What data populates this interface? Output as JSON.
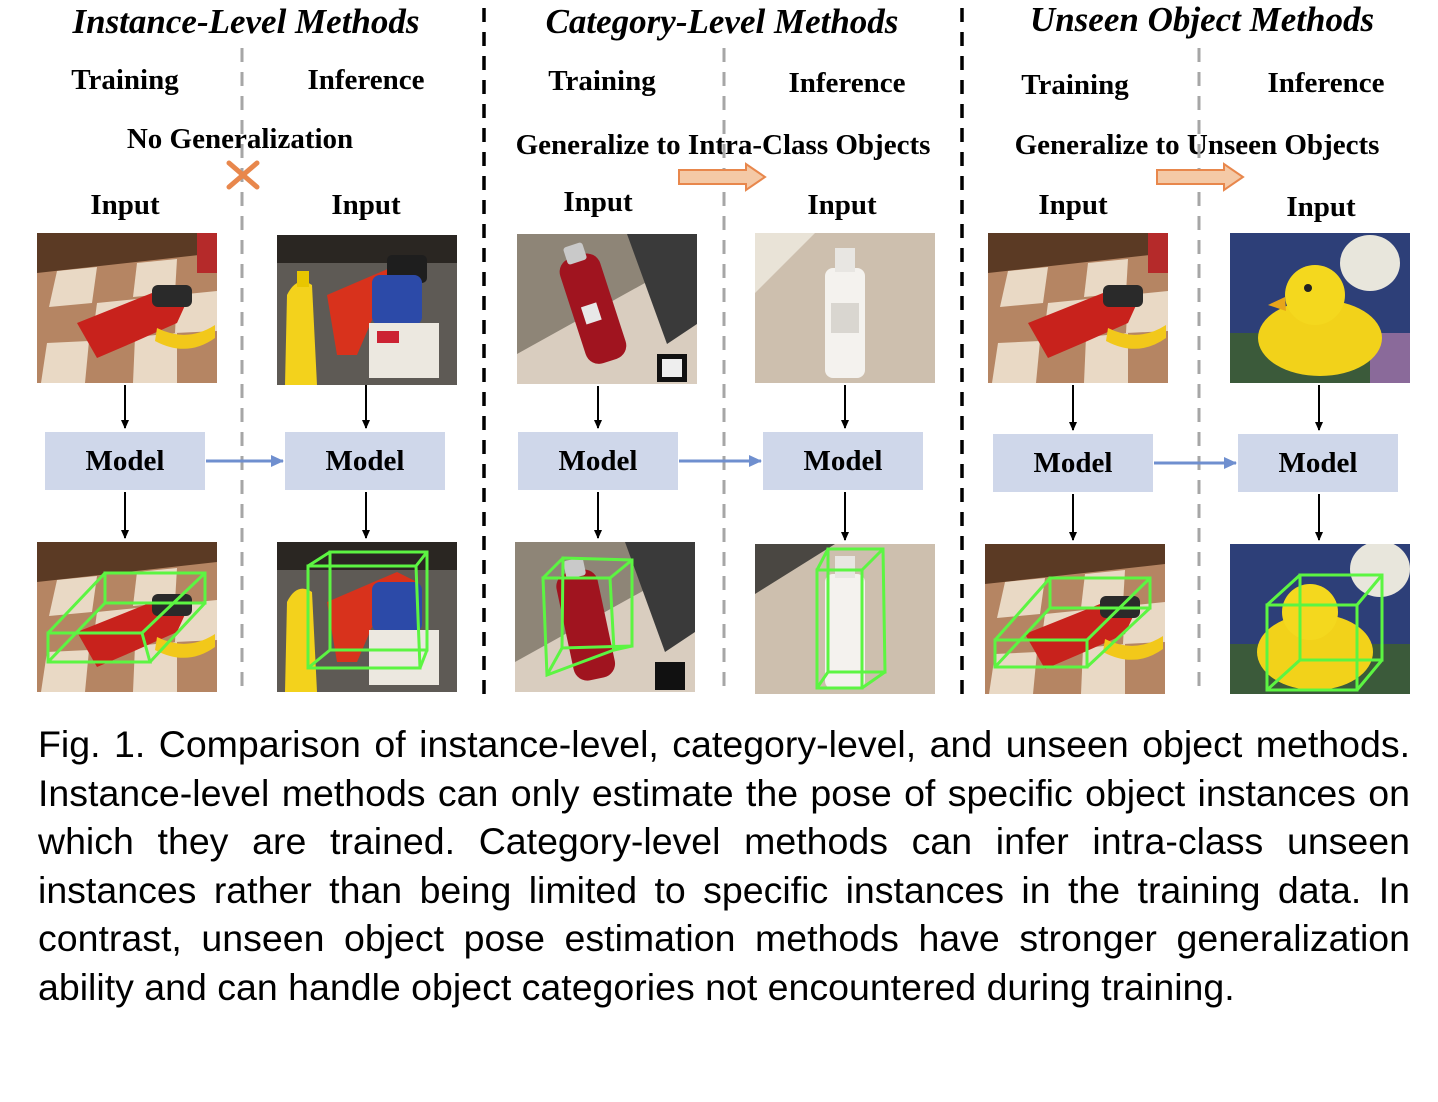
{
  "sections": [
    {
      "title": "Instance-Level Methods",
      "training_label": "Training",
      "inference_label": "Inference",
      "generalization_text": "No Generalization",
      "train_input_label": "Input",
      "infer_input_label": "Input",
      "train_model_label": "Model",
      "infer_model_label": "Model"
    },
    {
      "title": "Category-Level Methods",
      "training_label": "Training",
      "inference_label": "Inference",
      "generalization_text": "Generalize to Intra-Class Objects",
      "train_input_label": "Input",
      "infer_input_label": "Input",
      "train_model_label": "Model",
      "infer_model_label": "Model"
    },
    {
      "title": "Unseen Object Methods",
      "training_label": "Training",
      "inference_label": "Inference",
      "generalization_text": "Generalize to Unseen Objects",
      "train_input_label": "Input",
      "infer_input_label": "Input",
      "train_model_label": "Model",
      "infer_model_label": "Model"
    }
  ],
  "colors": {
    "model_box": "#cfd7ea",
    "model_arrow": "#6f8fcf",
    "gen_arrow_fill": "#f4c9a6",
    "gen_arrow_stroke": "#e8874c",
    "cross": "#e8874c",
    "bbox": "#5cf542"
  },
  "icons": {
    "no_generalization": "cross-icon",
    "generalization": "block-arrow-right-icon"
  },
  "caption": "Fig. 1. Comparison of instance-level, category-level, and unseen object methods. Instance-level methods can only estimate the pose of specific object instances on which they are trained. Category-level methods can infer intra-class unseen instances rather than being limited to specific instances in the training data. In contrast, unseen object pose estimation methods have stronger generalization ability and can handle object categories not encountered during training."
}
